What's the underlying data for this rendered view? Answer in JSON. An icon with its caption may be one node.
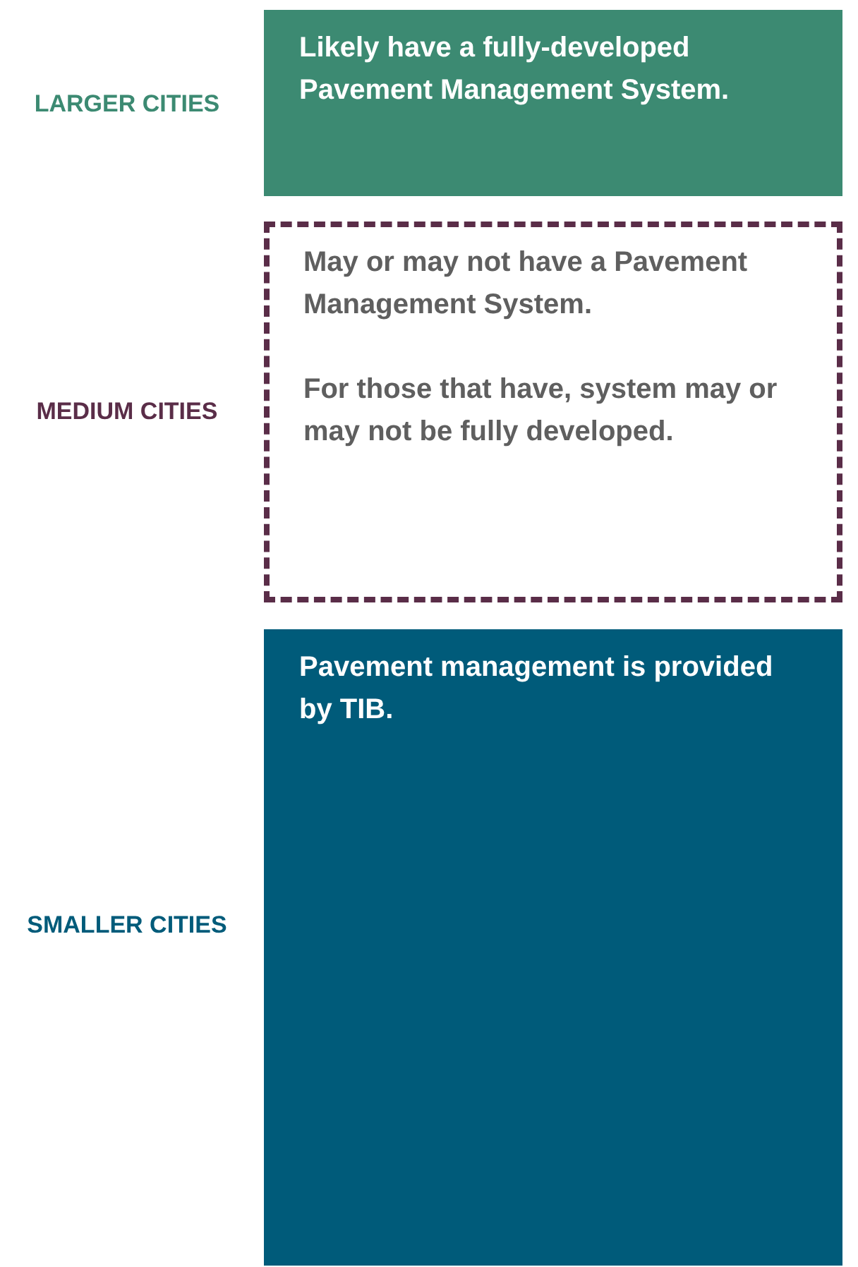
{
  "diagram": {
    "nodes": [
      {
        "text": [
          "Likely have a fully-developed Pavement Management System."
        ],
        "beside": [
          "LARGER CITIES"
        ]
      },
      {
        "text": [
          "May or may not have a Pavement Management System.",
          "For those that have, system may or may not be fully developed."
        ],
        "beside": [
          "MEDIUM CITIES"
        ]
      },
      {
        "text": [
          "Pavement management is provided by TIB."
        ],
        "beside": [
          "SMALLER CITIES"
        ]
      }
    ]
  }
}
